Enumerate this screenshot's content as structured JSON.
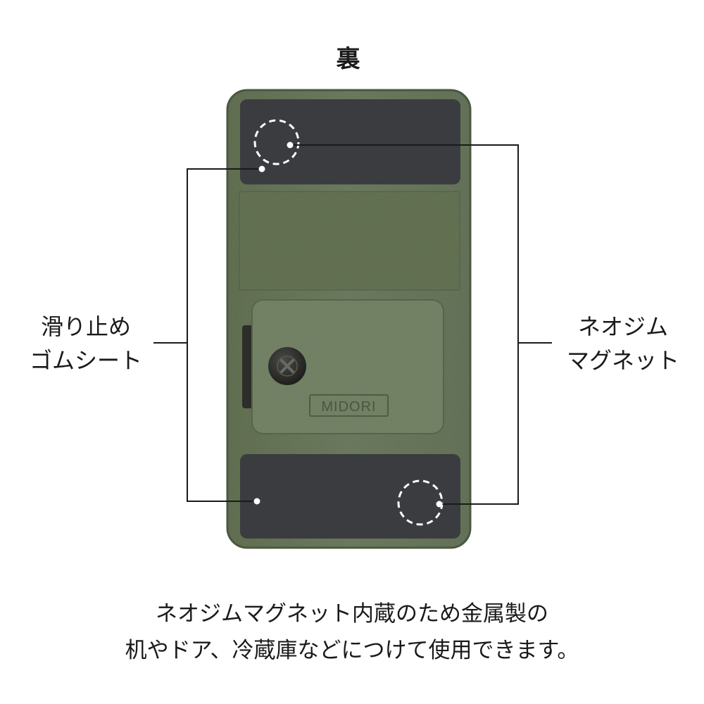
{
  "title": "裏",
  "labels": {
    "rubber_sheet": [
      "滑り止め",
      "ゴムシート"
    ],
    "magnet": [
      "ネオジム",
      "マグネット"
    ]
  },
  "device": {
    "brand": "MIDORI",
    "body_color": "#5b6a4d",
    "pad_color": "#3b3c40"
  },
  "caption": [
    "ネオジムマグネット内蔵のため金属製の",
    "机やドア、冷蔵庫などにつけて使用できます。"
  ]
}
